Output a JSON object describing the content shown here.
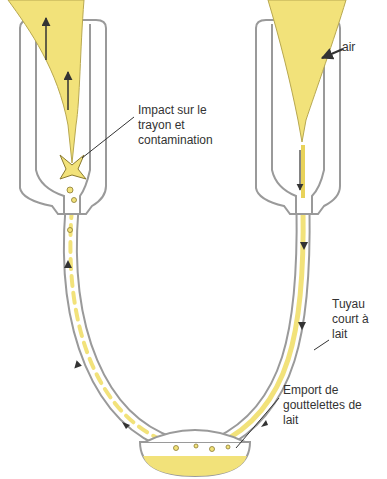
{
  "diagram": {
    "labels": [
      "air",
      "Impact sur le trayon et contamination",
      "Tuyau court à lait",
      "Emport de gouttelettes de lait"
    ]
  }
}
